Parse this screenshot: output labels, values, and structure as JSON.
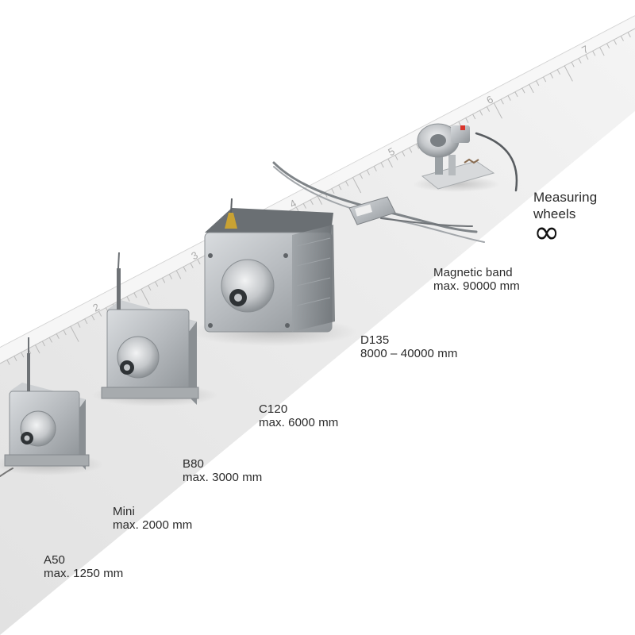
{
  "products": [
    {
      "id": "a50",
      "name": "A50",
      "range": "max. 1250 mm"
    },
    {
      "id": "mini",
      "name": "Mini",
      "range": "max. 2000 mm"
    },
    {
      "id": "b80",
      "name": "B80",
      "range": "max. 3000 mm"
    },
    {
      "id": "c120",
      "name": "C120",
      "range": "max. 6000 mm"
    },
    {
      "id": "d135",
      "name": "D135",
      "range": "8000 – 40000 mm"
    },
    {
      "id": "magnetic-band",
      "name": "Magnetic band",
      "range": "max. 90000 mm"
    },
    {
      "id": "measuring-wheels",
      "name": "Measuring wheels",
      "range": "∞"
    }
  ],
  "scale_ticks": [
    "2",
    "3",
    "4",
    "5",
    "6",
    "7"
  ],
  "colors": {
    "background": "#ffffff",
    "ruler": "#e8e8e8",
    "ruler_edge": "#c9c9c9",
    "housing": "#b9bcbf",
    "text": "#2a2a2a"
  }
}
